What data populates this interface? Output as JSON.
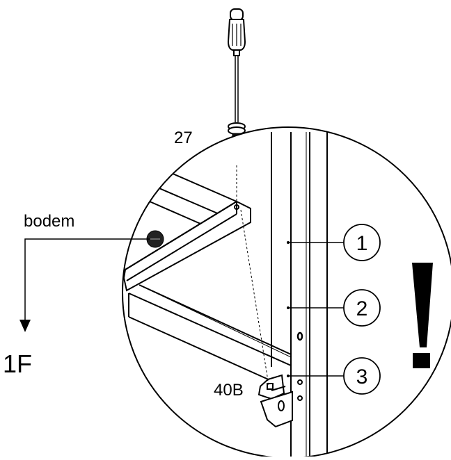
{
  "labels": {
    "screw_part": "27",
    "floor_panel": "bodem",
    "floor_ref": "1F",
    "bracket_part": "40B",
    "attention": "!"
  },
  "steps": [
    "1",
    "2",
    "3"
  ],
  "colors": {
    "rotation_arrow": "#3b5bdb",
    "line": "#000000",
    "background": "#ffffff"
  },
  "icons": {
    "tool": "screwdriver-icon",
    "fastener": "screw-icon",
    "direction": "rotate-clockwise-icon",
    "pointer": "arrow-down-icon",
    "warning": "exclamation-icon"
  }
}
